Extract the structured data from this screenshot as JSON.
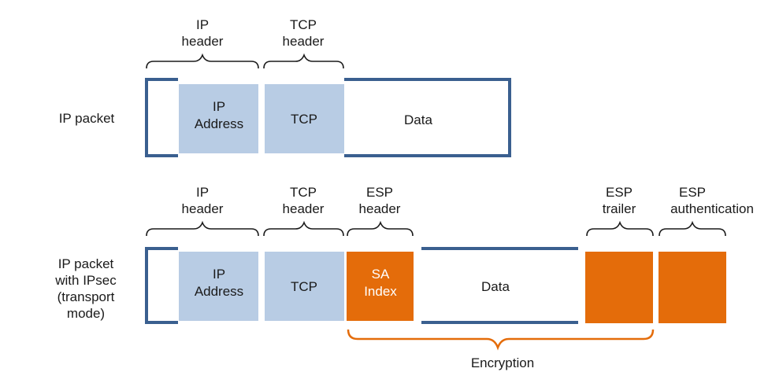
{
  "colors": {
    "frame": "#3a5f8f",
    "light_block": "#b8cce4",
    "esp_block": "#e46c0a",
    "brace_dark": "#1a1a1a",
    "brace_orange": "#e46c0a"
  },
  "packet1": {
    "row_label": "IP packet",
    "header_labels": {
      "ip": [
        "IP",
        "header"
      ],
      "tcp": [
        "TCP",
        "header"
      ]
    },
    "blocks": {
      "ip_address": [
        "IP",
        "Address"
      ],
      "tcp": "TCP",
      "data": "Data"
    }
  },
  "packet2": {
    "row_label": [
      "IP packet",
      "with IPsec",
      "(transport",
      "mode)"
    ],
    "header_labels": {
      "ip": [
        "IP",
        "header"
      ],
      "tcp": [
        "TCP",
        "header"
      ],
      "esp_header": [
        "ESP",
        "header"
      ],
      "esp_trailer": [
        "ESP",
        "trailer"
      ],
      "esp_auth": [
        "ESP",
        "authentication"
      ]
    },
    "blocks": {
      "ip_address": [
        "IP",
        "Address"
      ],
      "tcp": "TCP",
      "sa_index": [
        "SA",
        "Index"
      ],
      "data": "Data"
    },
    "encryption_label": "Encryption"
  }
}
